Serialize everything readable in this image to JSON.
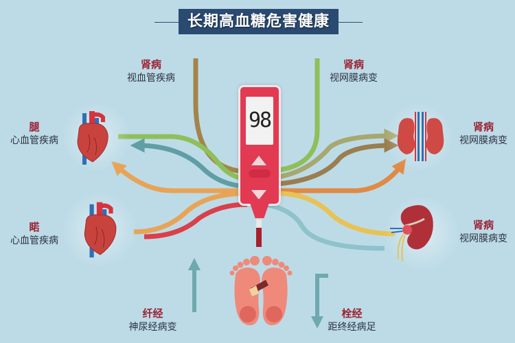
{
  "title": "长期高血糖危害健康",
  "meter": {
    "reading": "98",
    "color": "#e23a52"
  },
  "labels": {
    "top_left": {
      "heading": "肾病",
      "sub": "视血管疾病"
    },
    "top_right": {
      "heading": "肾病",
      "sub": "视网膜病变"
    },
    "left_upper": {
      "heading": "腿",
      "sub": "心血管疾病"
    },
    "left_lower": {
      "heading": "睰",
      "sub": "心血管疾病"
    },
    "right_upper": {
      "heading": "肾病",
      "sub": "视网膜病变"
    },
    "right_lower": {
      "heading": "肾病",
      "sub": "视网膜病变"
    },
    "bottom_left": {
      "heading": "纤经",
      "sub": "神尿经病变"
    },
    "bottom_right": {
      "heading": "栓经",
      "sub": "距终经病足"
    }
  },
  "illustrations": {
    "left_upper": "heart",
    "left_lower": "heart",
    "right_upper": "kidneys",
    "right_lower": "kidney",
    "center": "glucose-meter",
    "bottom": "feet"
  },
  "colors": {
    "background": "#bddbe7",
    "title_bg": "#2a4a72",
    "heading": "#9b2233",
    "flow_brown": "#a3844a",
    "flow_green": "#8fbf5a",
    "flow_teal": "#5f9ea5",
    "flow_orange": "#e8a456",
    "flow_red": "#d9404a",
    "flow_yellow": "#e8c255",
    "flow_deep_orange": "#e08a45"
  }
}
